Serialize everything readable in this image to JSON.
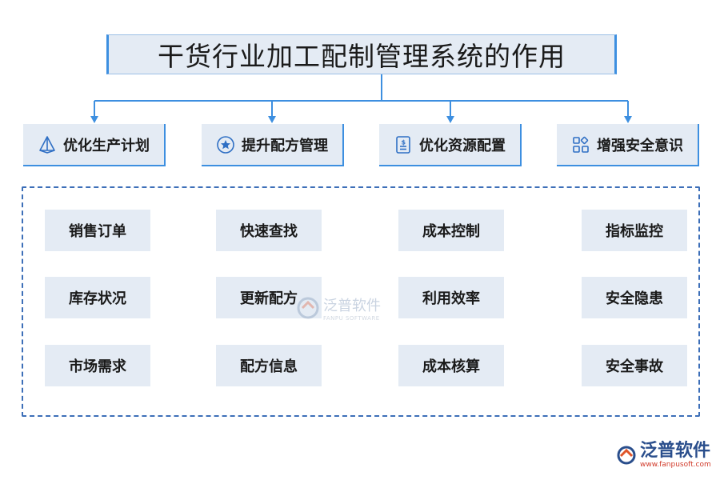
{
  "title": "干货行业加工配制管理系统的作用",
  "categories": [
    {
      "label": "优化生产计划",
      "icon": "pyramid-icon"
    },
    {
      "label": "提升配方管理",
      "icon": "star-badge-icon"
    },
    {
      "label": "优化资源配置",
      "icon": "dollar-document-icon"
    },
    {
      "label": "增强安全意识",
      "icon": "grid-apps-icon"
    }
  ],
  "items": [
    [
      "销售订单",
      "库存状况",
      "市场需求"
    ],
    [
      "快速查找",
      "更新配方",
      "配方信息"
    ],
    [
      "成本控制",
      "利用效率",
      "成本核算"
    ],
    [
      "指标监控",
      "安全隐患",
      "安全事故"
    ]
  ],
  "watermark": {
    "name": "泛普软件",
    "sub": "FANPU SOFTWARE"
  },
  "brand": {
    "name": "泛普软件",
    "url": "www.fanpusoft.com"
  },
  "colors": {
    "accent": "#3d8fe0",
    "box_fill": "#e4ebf4",
    "dash": "#3d6fb8"
  }
}
